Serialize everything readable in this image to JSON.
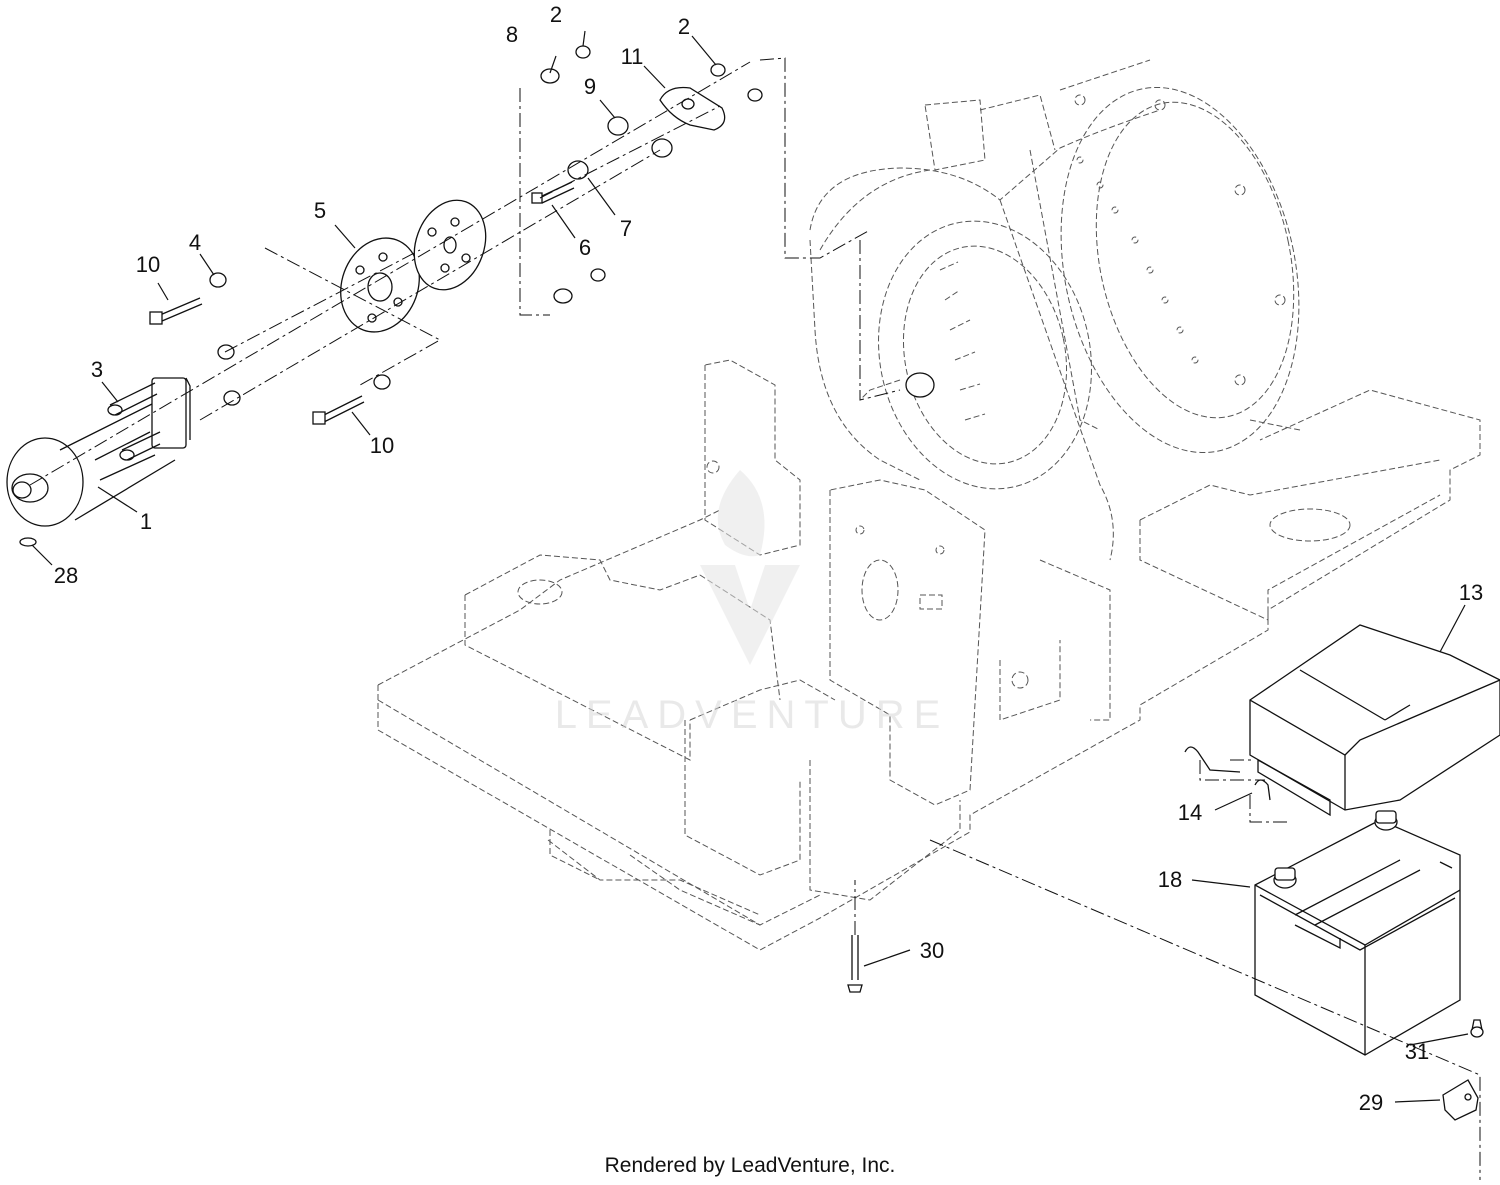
{
  "callouts": [
    {
      "label": "2",
      "part": "nut"
    },
    {
      "label": "8",
      "part": "bushing"
    },
    {
      "label": "2",
      "part": "nut"
    },
    {
      "label": "11",
      "part": "bracket"
    },
    {
      "label": "9",
      "part": "spacer"
    },
    {
      "label": "5",
      "part": "disc"
    },
    {
      "label": "7",
      "part": "washer"
    },
    {
      "label": "6",
      "part": "bolt"
    },
    {
      "label": "4",
      "part": "washer"
    },
    {
      "label": "10",
      "part": "bolt"
    },
    {
      "label": "3",
      "part": "bolt"
    },
    {
      "label": "10",
      "part": "bolt"
    },
    {
      "label": "1",
      "part": "driveshaft"
    },
    {
      "label": "28",
      "part": "key"
    },
    {
      "label": "13",
      "part": "battery-cover"
    },
    {
      "label": "14",
      "part": "clip"
    },
    {
      "label": "18",
      "part": "battery"
    },
    {
      "label": "30",
      "part": "bolt"
    },
    {
      "label": "31",
      "part": "nut"
    },
    {
      "label": "29",
      "part": "hold-down"
    }
  ],
  "watermark": "LEADVENTURE",
  "footer": "Rendered by LeadVenture, Inc.",
  "colors": {
    "line": "#111111",
    "ghost": "#555555",
    "watermark": "#d8d8d8",
    "background": "#ffffff"
  }
}
